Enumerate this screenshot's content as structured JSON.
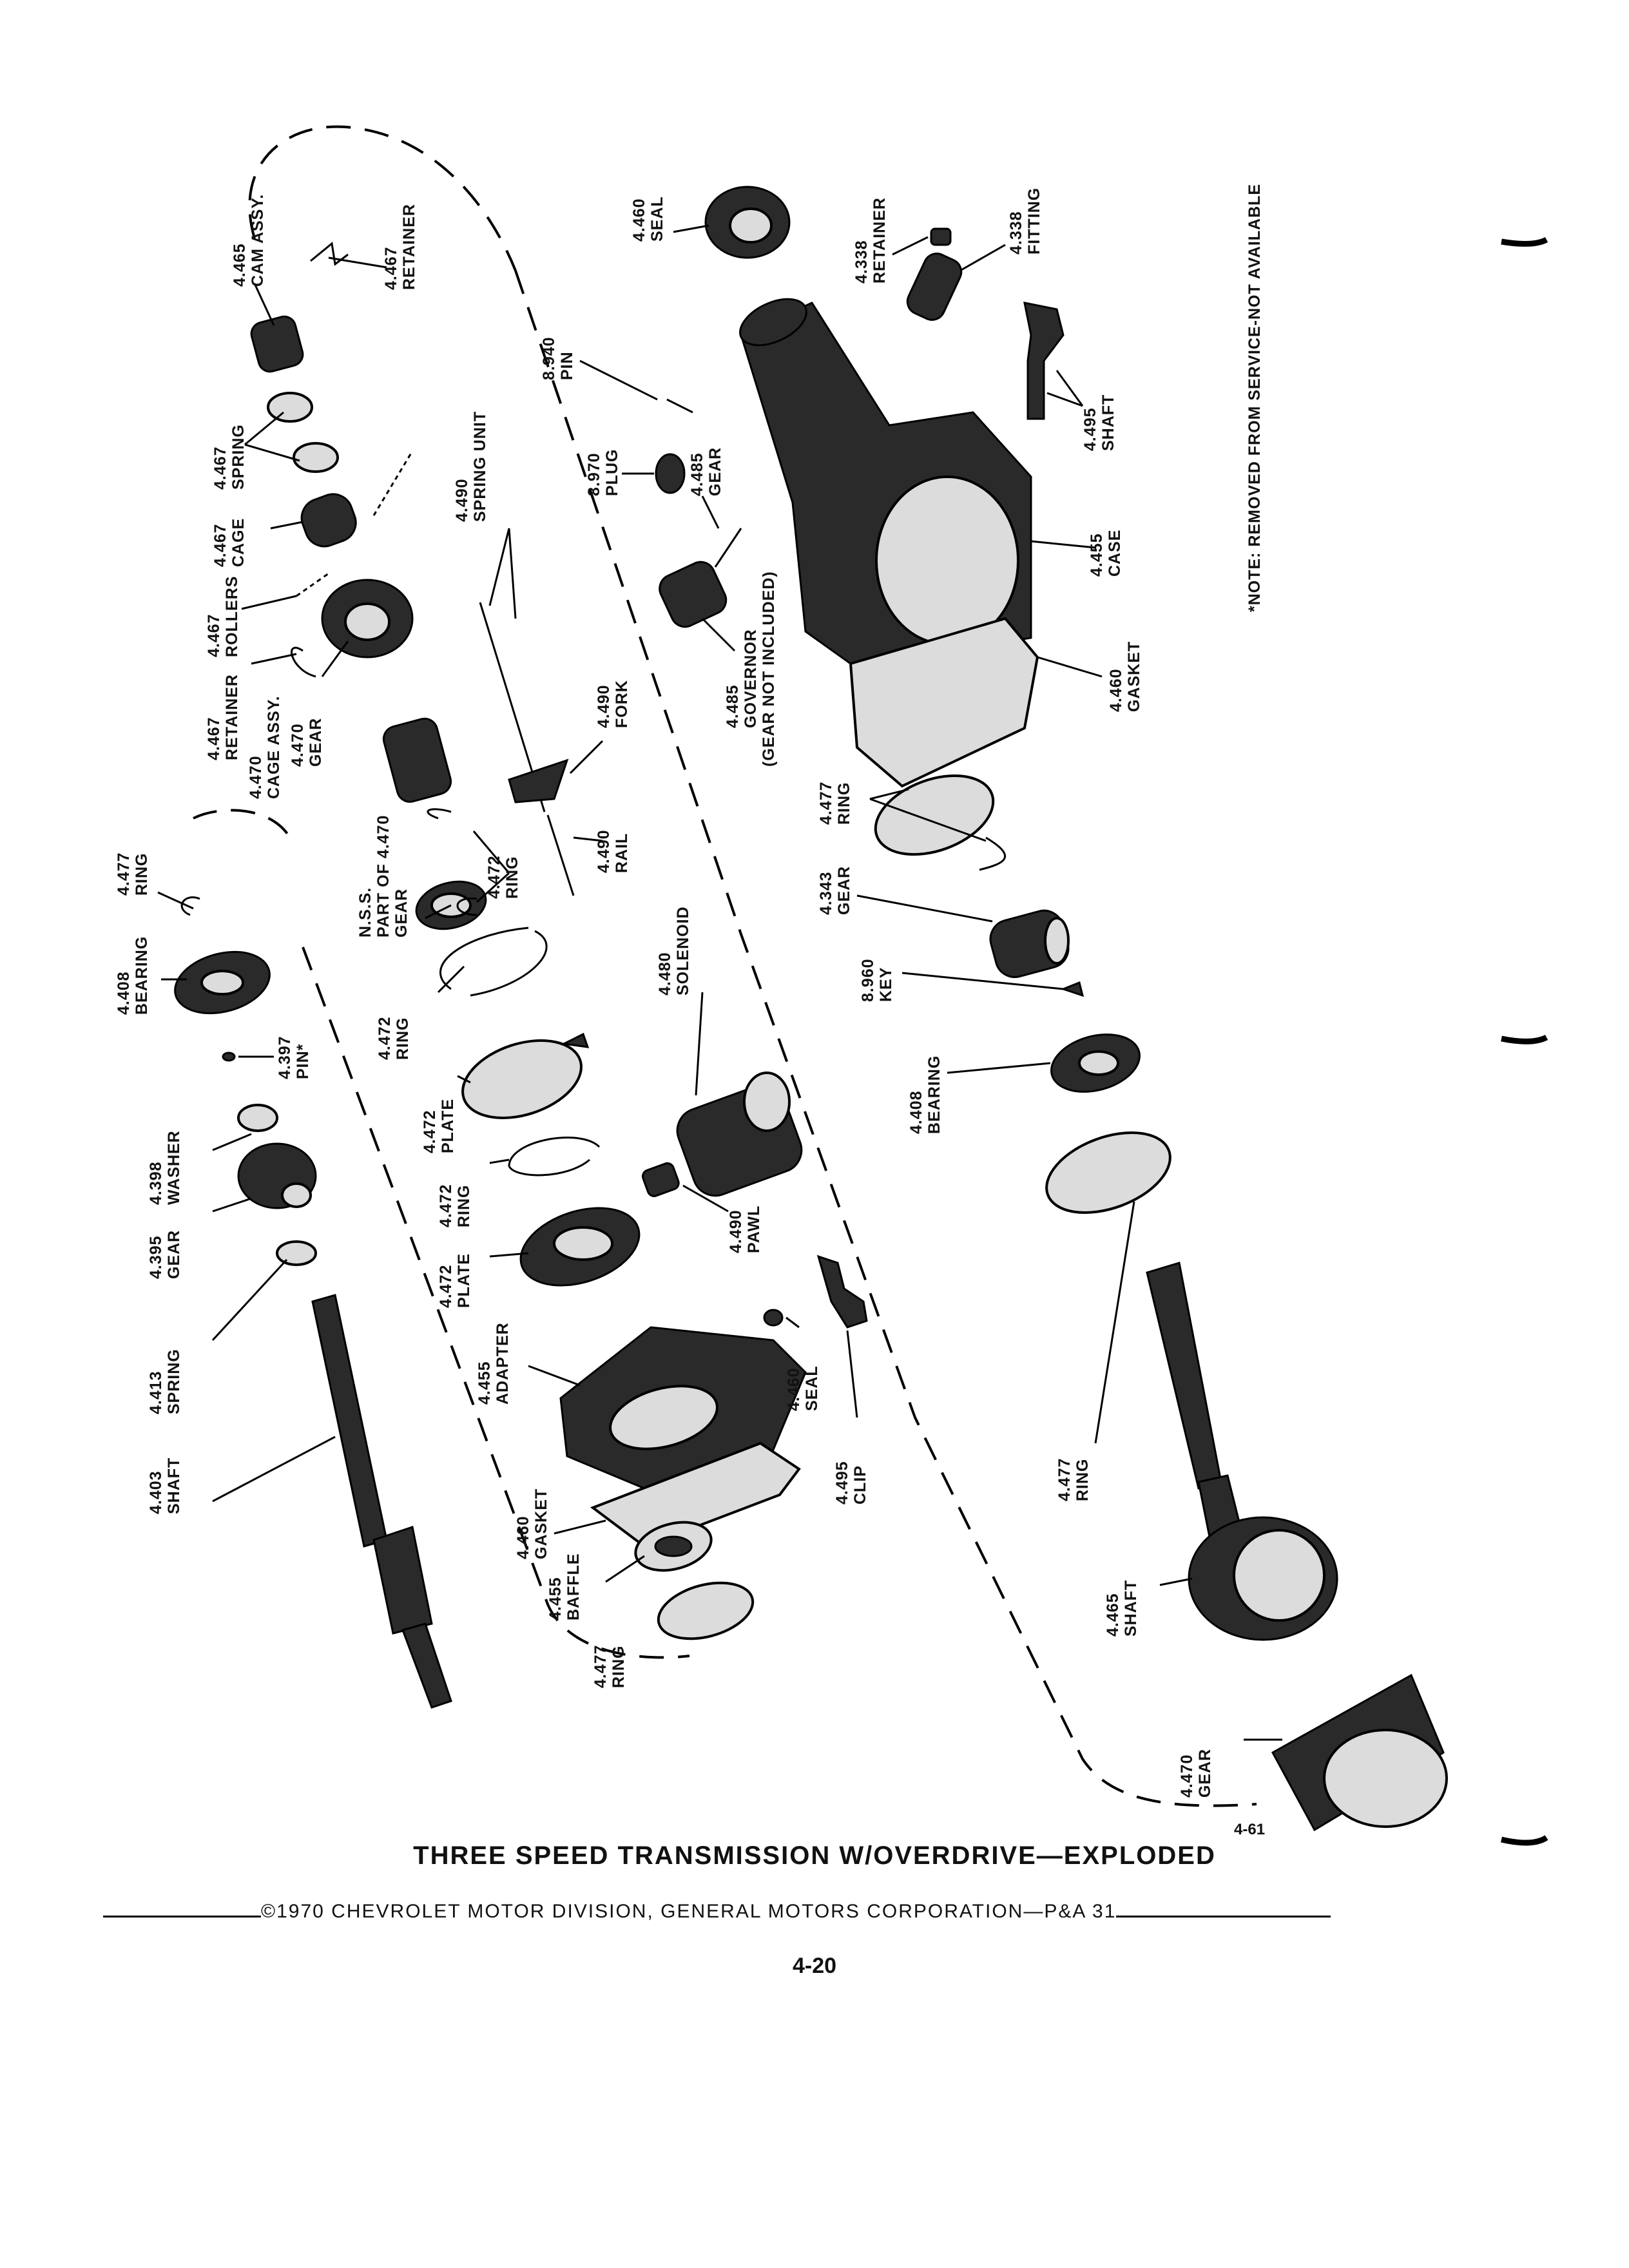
{
  "title": "THREE SPEED TRANSMISSION W/OVERDRIVE—EXPLODED",
  "copyright": "©1970 CHEVROLET MOTOR DIVISION, GENERAL MOTORS CORPORATION—P&A 31",
  "page_number": "4-20",
  "figure_number": "4-61",
  "note": "*NOTE: REMOVED FROM SERVICE-NOT AVAILABLE",
  "labels": {
    "cam_assy": [
      "4.465",
      "CAM ASSY."
    ],
    "retainer_top": [
      "4.467",
      "RETAINER"
    ],
    "spring_467": [
      "4.467",
      "SPRING"
    ],
    "cage_467": [
      "4.467",
      "CAGE"
    ],
    "rollers": [
      "4.467",
      "ROLLERS"
    ],
    "retainer_467": [
      "4.467",
      "RETAINER"
    ],
    "cage_assy": [
      "4.470",
      "CAGE ASSY."
    ],
    "gear_470": [
      "4.470",
      "GEAR"
    ],
    "spring_unit": [
      "4.490",
      "SPRING UNIT"
    ],
    "pin_940": [
      "8.940",
      "PIN"
    ],
    "plug": [
      "8.970",
      "PLUG"
    ],
    "gear_485": [
      "4.485",
      "GEAR"
    ],
    "governor": [
      "4.485",
      "GOVERNOR",
      "(GEAR NOT INCLUDED)"
    ],
    "seal_top": [
      "4.460",
      "SEAL"
    ],
    "retainer_338": [
      "4.338",
      "RETAINER"
    ],
    "fitting": [
      "4.338",
      "FITTING"
    ],
    "shaft_495": [
      "4.495",
      "SHAFT"
    ],
    "case": [
      "4.455",
      "CASE"
    ],
    "gasket_right": [
      "4.460",
      "GASKET"
    ],
    "fork": [
      "4.490",
      "FORK"
    ],
    "rail": [
      "4.490",
      "RAIL"
    ],
    "ring_472_a": [
      "4.472",
      "RING"
    ],
    "nss_gear": [
      "N.S.S.",
      "PART OF 4.470",
      "GEAR"
    ],
    "ring_477_left": [
      "4.477",
      "RING"
    ],
    "bearing_left": [
      "4.408",
      "BEARING"
    ],
    "ring_472_b": [
      "4.472",
      "RING"
    ],
    "pin_397": [
      "4.397",
      "PIN*"
    ],
    "plate_472_a": [
      "4.472",
      "PLATE"
    ],
    "ring_472_c": [
      "4.472",
      "RING"
    ],
    "washer": [
      "4.398",
      "WASHER"
    ],
    "gear_395": [
      "4.395",
      "GEAR"
    ],
    "plate_472_b": [
      "4.472",
      "PLATE"
    ],
    "spring_413": [
      "4.413",
      "SPRING"
    ],
    "shaft_403": [
      "4.403",
      "SHAFT"
    ],
    "adapter": [
      "4.455",
      "ADAPTER"
    ],
    "gasket_460": [
      "4.460",
      "GASKET"
    ],
    "baffle": [
      "4.455",
      "BAFFLE"
    ],
    "ring_477_bottom": [
      "4.477",
      "RING"
    ],
    "solenoid": [
      "4.480",
      "SOLENOID"
    ],
    "pawl": [
      "4.490",
      "PAWL"
    ],
    "seal_460_mid": [
      "4.460",
      "SEAL"
    ],
    "clip": [
      "4.495",
      "CLIP"
    ],
    "ring_477_right": [
      "4.477",
      "RING"
    ],
    "gear_343": [
      "4.343",
      "GEAR"
    ],
    "key": [
      "8.960",
      "KEY"
    ],
    "bearing_right": [
      "4.408",
      "BEARING"
    ],
    "ring_477_lower": [
      "4.477",
      "RING"
    ],
    "shaft_465": [
      "4.465",
      "SHAFT"
    ],
    "gear_470_bottom": [
      "4.470",
      "GEAR"
    ]
  }
}
